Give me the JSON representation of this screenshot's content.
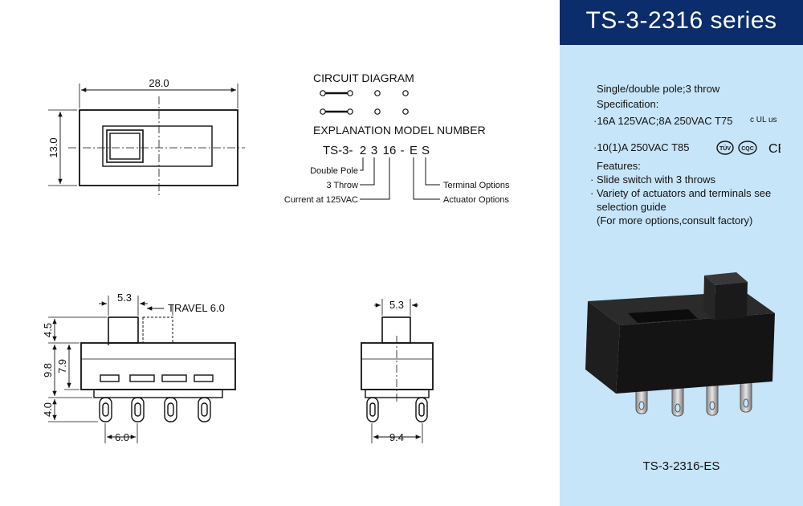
{
  "panel": {
    "title": "TS-3-2316 series",
    "colors": {
      "header_bg": "#0b2d6b",
      "panel_bg": "#c7e5f8"
    },
    "lines": [
      "Single/double pole;3 throw",
      "Specification:",
      "·16A 125VAC;8A 250VAC T75",
      "·10(1)A 250VAC T85",
      "Features:",
      "·  Slide switch with 3 throws",
      "·  Variety of actuators and terminals see",
      "selection guide",
      "(For more options,consult factory)"
    ],
    "cert_marks": {
      "ul": "c UL us",
      "tuv": "TÜV",
      "cqc": "CQC",
      "ce": "CE"
    },
    "product_label": "TS-3-2316-ES"
  },
  "top_drawing": {
    "width_dim": "28.0",
    "height_dim": "13.0"
  },
  "circuit": {
    "title": "CIRCUIT DIAGRAM"
  },
  "model": {
    "title": "EXPLANATION MODEL NUMBER",
    "prefix": "TS-3-",
    "parts": [
      "2",
      "3",
      "16",
      "-",
      "E",
      "S"
    ],
    "labels": {
      "double_pole": "Double Pole",
      "throw": "3 Throw",
      "current": "Current at 125VAC",
      "terminal": "Terminal Options",
      "actuator": "Actuator Options"
    }
  },
  "front_drawing": {
    "actuator_width": "5.3",
    "travel": "TRAVEL 6.0",
    "actuator_height": "4.5",
    "body_height": "9.8",
    "inner_height": "7.9",
    "terminal_height": "4.0",
    "pitch": "6.0"
  },
  "side_drawing": {
    "actuator_width": "5.3",
    "terminal_span": "9.4"
  }
}
